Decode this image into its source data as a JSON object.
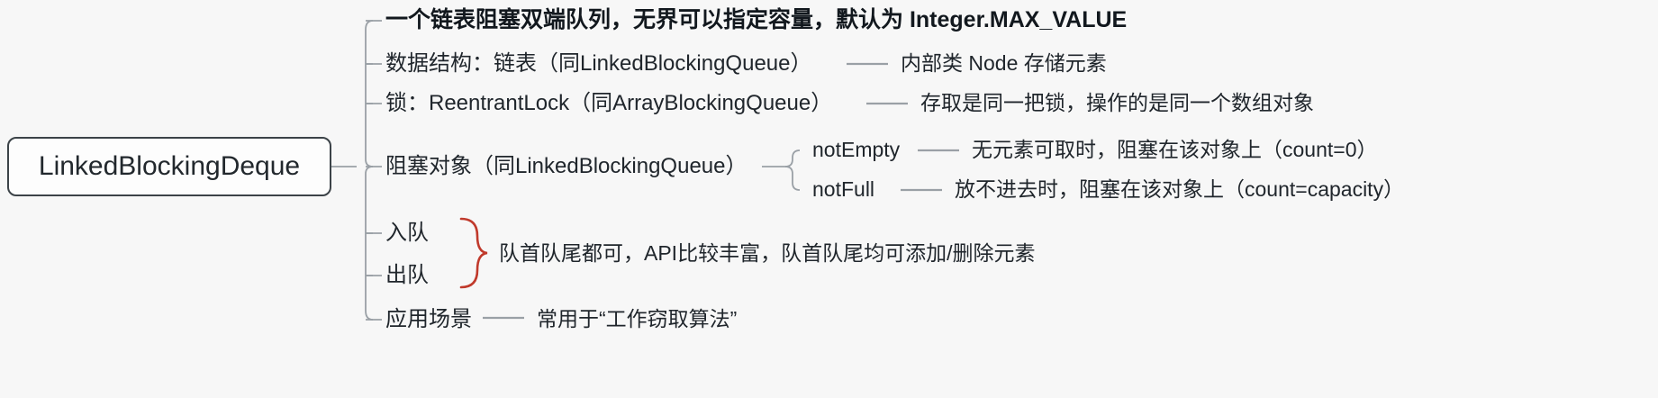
{
  "diagram": {
    "type": "mindmap",
    "background_color": "#f7f7f7",
    "text_color": "#20262c",
    "connector_color": "#9aa0a6",
    "brace_color": "#c0392b",
    "root": {
      "label": "LinkedBlockingDeque",
      "border_color": "#3c4348"
    },
    "branches": [
      {
        "id": "b1",
        "label": "一个链表阻塞双端队列，无界可以指定容量，默认为 Integer.MAX_VALUE",
        "bold": true,
        "detail": "",
        "children": []
      },
      {
        "id": "b2",
        "label": "数据结构：链表（同LinkedBlockingQueue）",
        "bold": false,
        "detail": "内部类 Node 存储元素",
        "children": []
      },
      {
        "id": "b3",
        "label": "锁：ReentrantLock（同ArrayBlockingQueue）",
        "bold": false,
        "detail": "存取是同一把锁，操作的是同一个数组对象",
        "children": []
      },
      {
        "id": "b4",
        "label": "阻塞对象（同LinkedBlockingQueue）",
        "bold": false,
        "detail": "",
        "children": [
          {
            "id": "b4c1",
            "label": "notEmpty",
            "detail": "无元素可取时，阻塞在该对象上（count=0）"
          },
          {
            "id": "b4c2",
            "label": "notFull",
            "detail": "放不进去时，阻塞在该对象上（count=capacity）"
          }
        ]
      },
      {
        "id": "b5",
        "label": "入队",
        "bold": false,
        "detail": "",
        "children": []
      },
      {
        "id": "b6",
        "label": "出队",
        "bold": false,
        "detail": "",
        "children": []
      },
      {
        "id": "b7",
        "label": "应用场景",
        "bold": false,
        "detail": "常用于“工作窃取算法”",
        "children": []
      }
    ],
    "grouped_note": {
      "members": [
        "入队",
        "出队"
      ],
      "text": "队首队尾都可，API比较丰富，队首队尾均可添加/删除元素"
    }
  }
}
